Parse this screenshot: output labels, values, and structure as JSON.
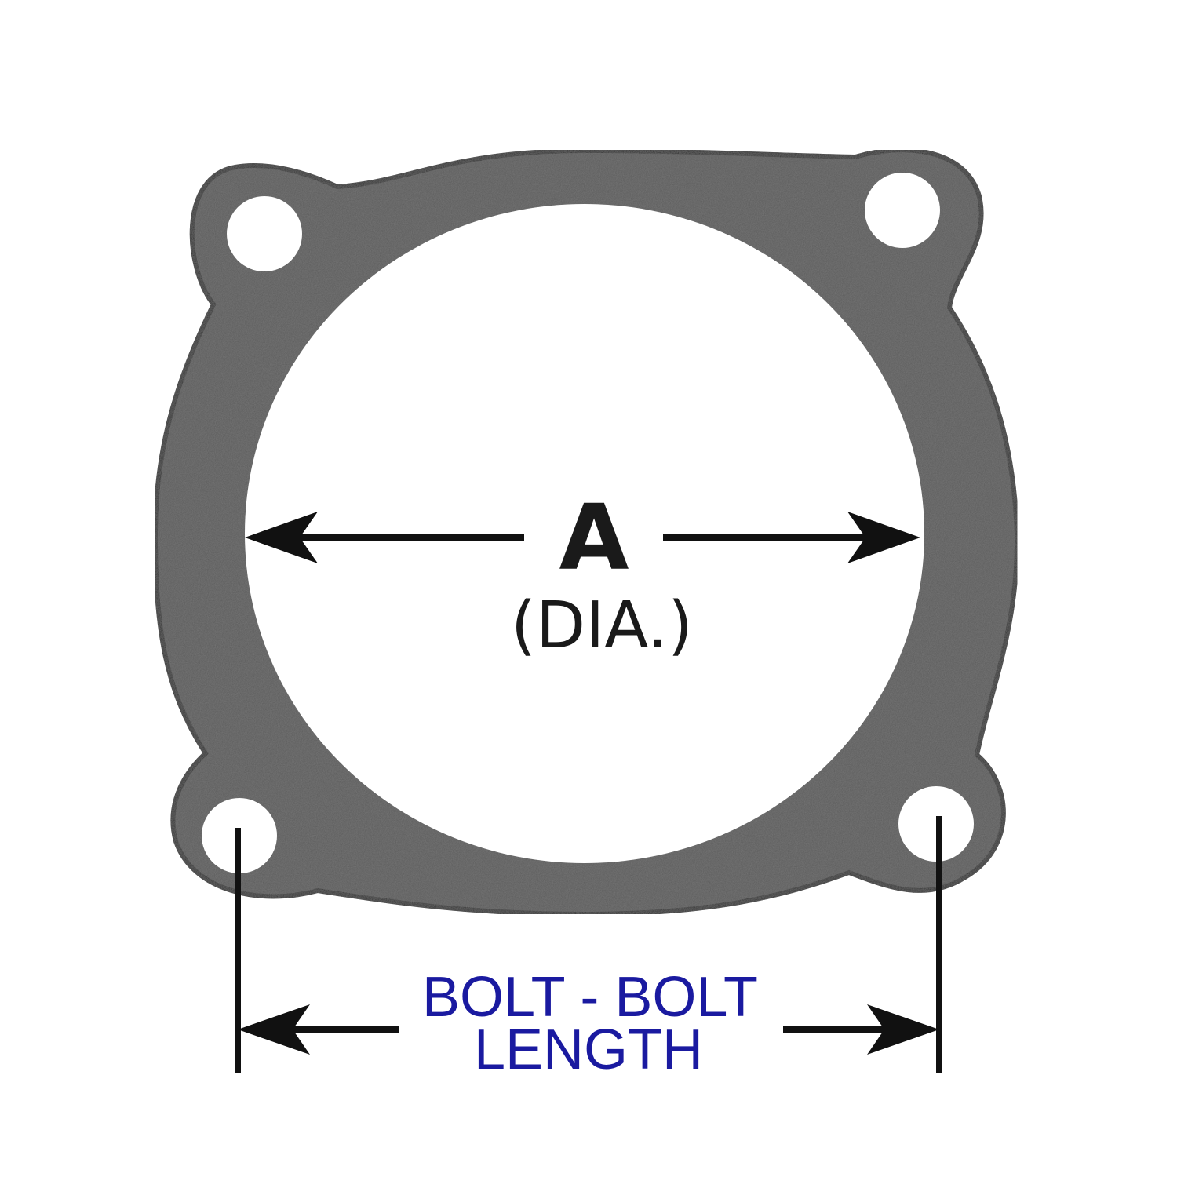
{
  "diagram": {
    "diameter_label": "A",
    "diameter_sublabel": "(DIA.)",
    "bolt_label_line1": "BOLT - BOLT",
    "bolt_label_line2": "LENGTH"
  },
  "colors": {
    "gasket": "#5a5a5a",
    "gasket_edge": "#2b2b2b",
    "background": "#ffffff",
    "arrow": "#111111",
    "dia_text": "#1a1a1a",
    "bolt_text": "#1a1aa0"
  }
}
